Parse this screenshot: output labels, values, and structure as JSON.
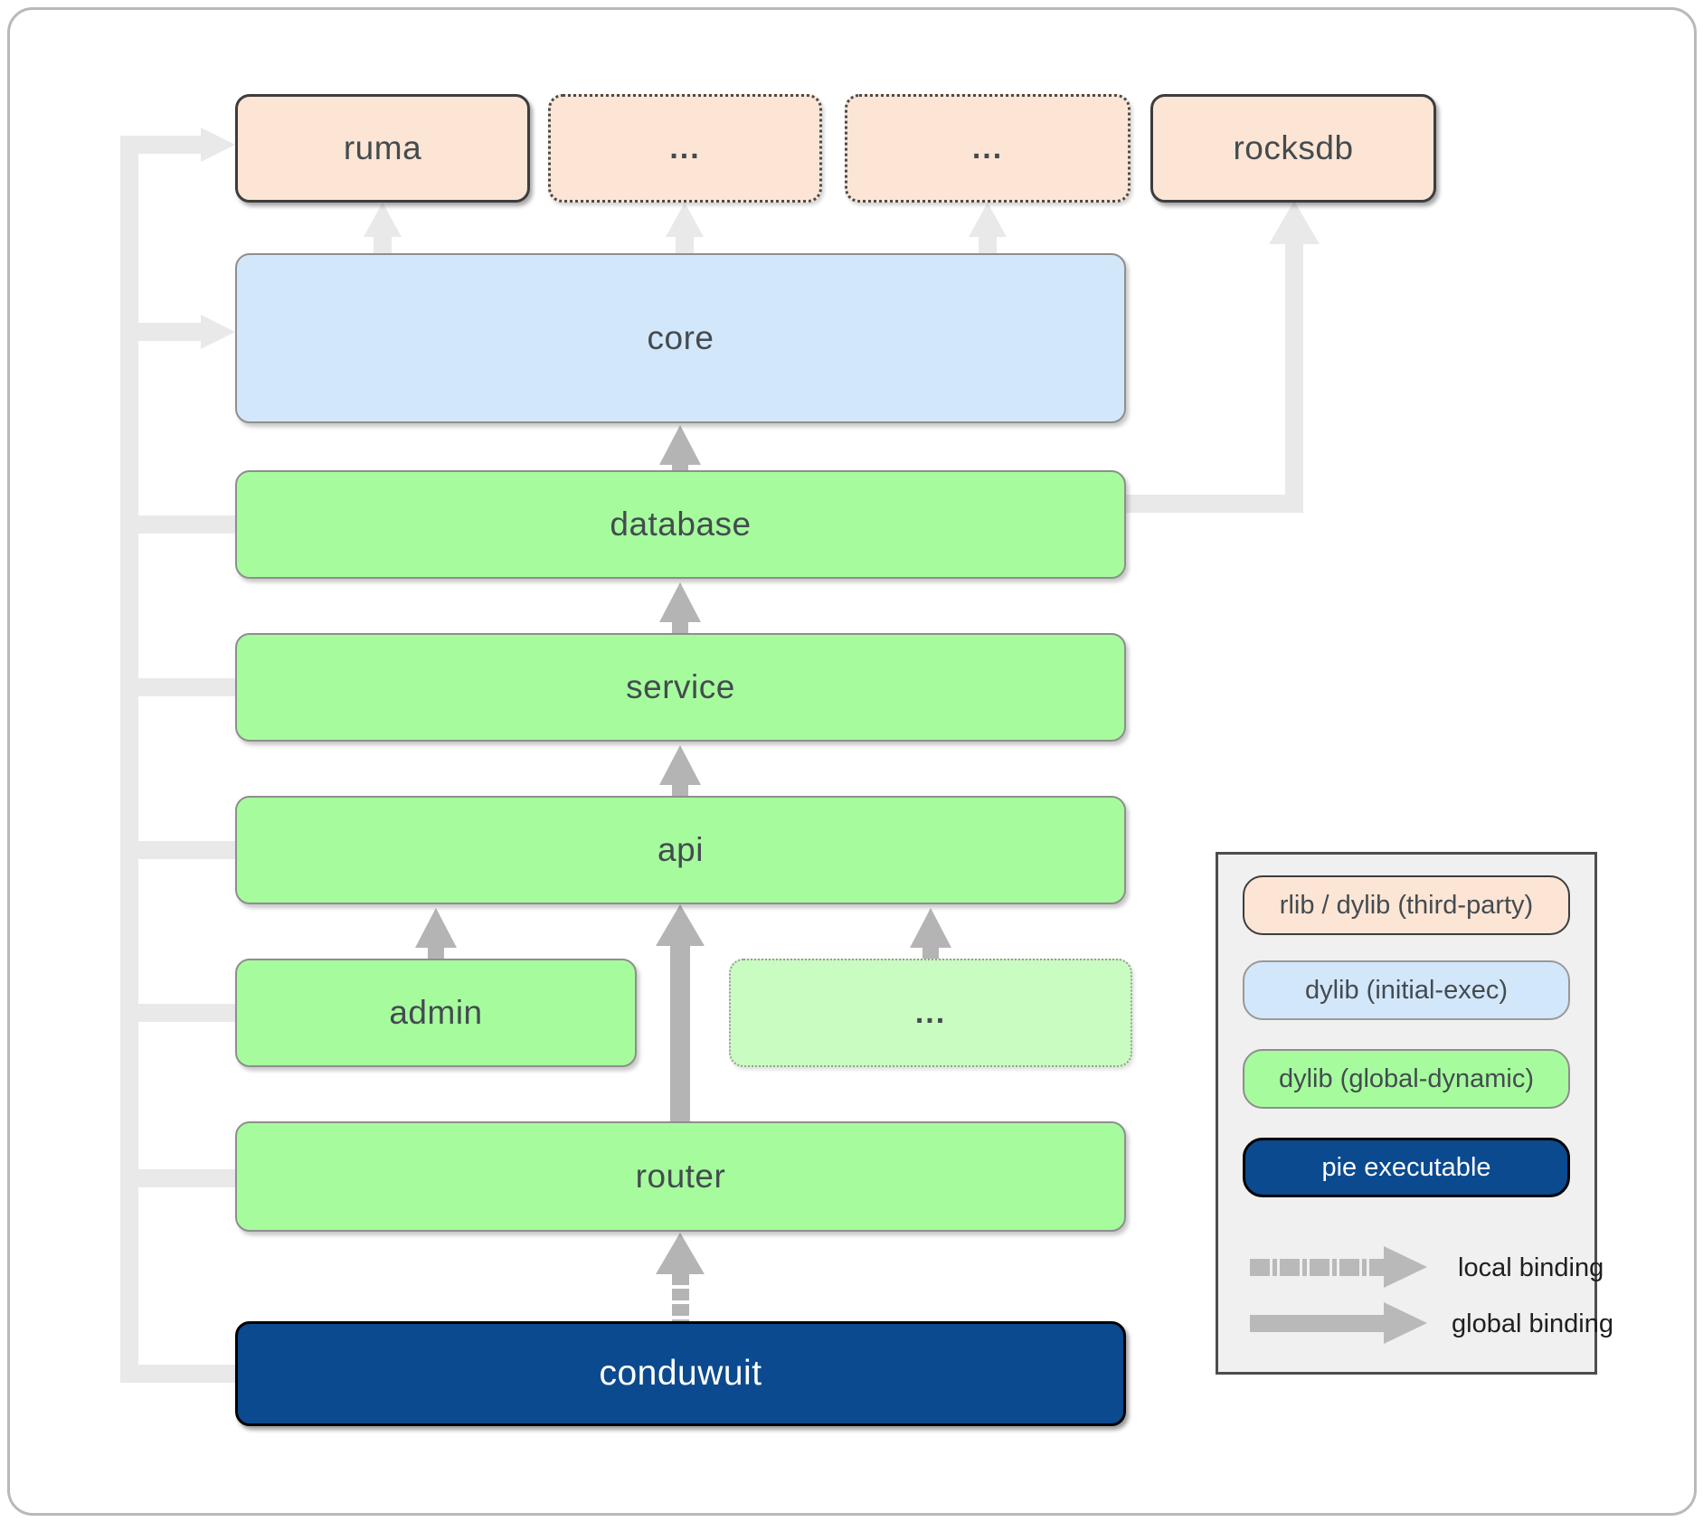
{
  "diagram": {
    "nodes": {
      "ruma": {
        "label": "ruma",
        "type": "rlib / dylib (third-party)"
      },
      "ellipsis_third_party_1": {
        "label": "...",
        "type": "rlib / dylib (third-party)"
      },
      "ellipsis_third_party_2": {
        "label": "...",
        "type": "rlib / dylib (third-party)"
      },
      "rocksdb": {
        "label": "rocksdb",
        "type": "rlib / dylib (third-party)"
      },
      "core": {
        "label": "core",
        "type": "dylib (initial-exec)"
      },
      "database": {
        "label": "database",
        "type": "dylib (global-dynamic)"
      },
      "service": {
        "label": "service",
        "type": "dylib (global-dynamic)"
      },
      "api": {
        "label": "api",
        "type": "dylib (global-dynamic)"
      },
      "admin": {
        "label": "admin",
        "type": "dylib (global-dynamic)"
      },
      "ellipsis_global_dynamic": {
        "label": "...",
        "type": "dylib (global-dynamic)"
      },
      "router": {
        "label": "router",
        "type": "dylib (global-dynamic)"
      },
      "conduwuit": {
        "label": "conduwuit",
        "type": "pie executable"
      }
    },
    "edges": [
      {
        "from": "core",
        "to": "ruma",
        "binding": "global"
      },
      {
        "from": "core",
        "to": "ellipsis_third_party_1",
        "binding": "global"
      },
      {
        "from": "core",
        "to": "ellipsis_third_party_2",
        "binding": "global"
      },
      {
        "from": "database",
        "to": "rocksdb",
        "binding": "global"
      },
      {
        "from": "database",
        "to": "core",
        "binding": "global"
      },
      {
        "from": "service",
        "to": "database",
        "binding": "global"
      },
      {
        "from": "api",
        "to": "service",
        "binding": "global"
      },
      {
        "from": "admin",
        "to": "api",
        "binding": "global"
      },
      {
        "from": "ellipsis_global_dynamic",
        "to": "api",
        "binding": "global"
      },
      {
        "from": "router",
        "to": "api",
        "binding": "global"
      },
      {
        "from": "conduwuit",
        "to": "router",
        "binding": "local"
      },
      {
        "from": "conduwuit",
        "to": "ruma",
        "binding": "global"
      },
      {
        "from": "conduwuit",
        "to": "core",
        "binding": "global"
      },
      {
        "from": "conduwuit",
        "to": "database",
        "binding": "global"
      },
      {
        "from": "conduwuit",
        "to": "service",
        "binding": "global"
      },
      {
        "from": "conduwuit",
        "to": "api",
        "binding": "global"
      },
      {
        "from": "conduwuit",
        "to": "admin",
        "binding": "global"
      },
      {
        "from": "conduwuit",
        "to": "router",
        "binding": "global"
      }
    ],
    "colors": {
      "third_party_fill": "#fce5d4",
      "initial_exec_fill": "#d3e7fb",
      "global_dynamic_fill": "#a6fc9d",
      "global_dynamic_faded_fill": "#c9fcc0",
      "pie_executable_fill": "#0b4a8f",
      "global_binding_arrow": "#b4b4b4",
      "faded_binding_arrow": "#e9e9e9",
      "label_text": "#444b50"
    }
  },
  "legend": {
    "boxes": [
      {
        "label": "rlib / dylib (third-party)"
      },
      {
        "label": "dylib (initial-exec)"
      },
      {
        "label": "dylib (global-dynamic)"
      },
      {
        "label": "pie executable"
      }
    ],
    "local_binding_label": "local binding",
    "global_binding_label": "global binding"
  }
}
